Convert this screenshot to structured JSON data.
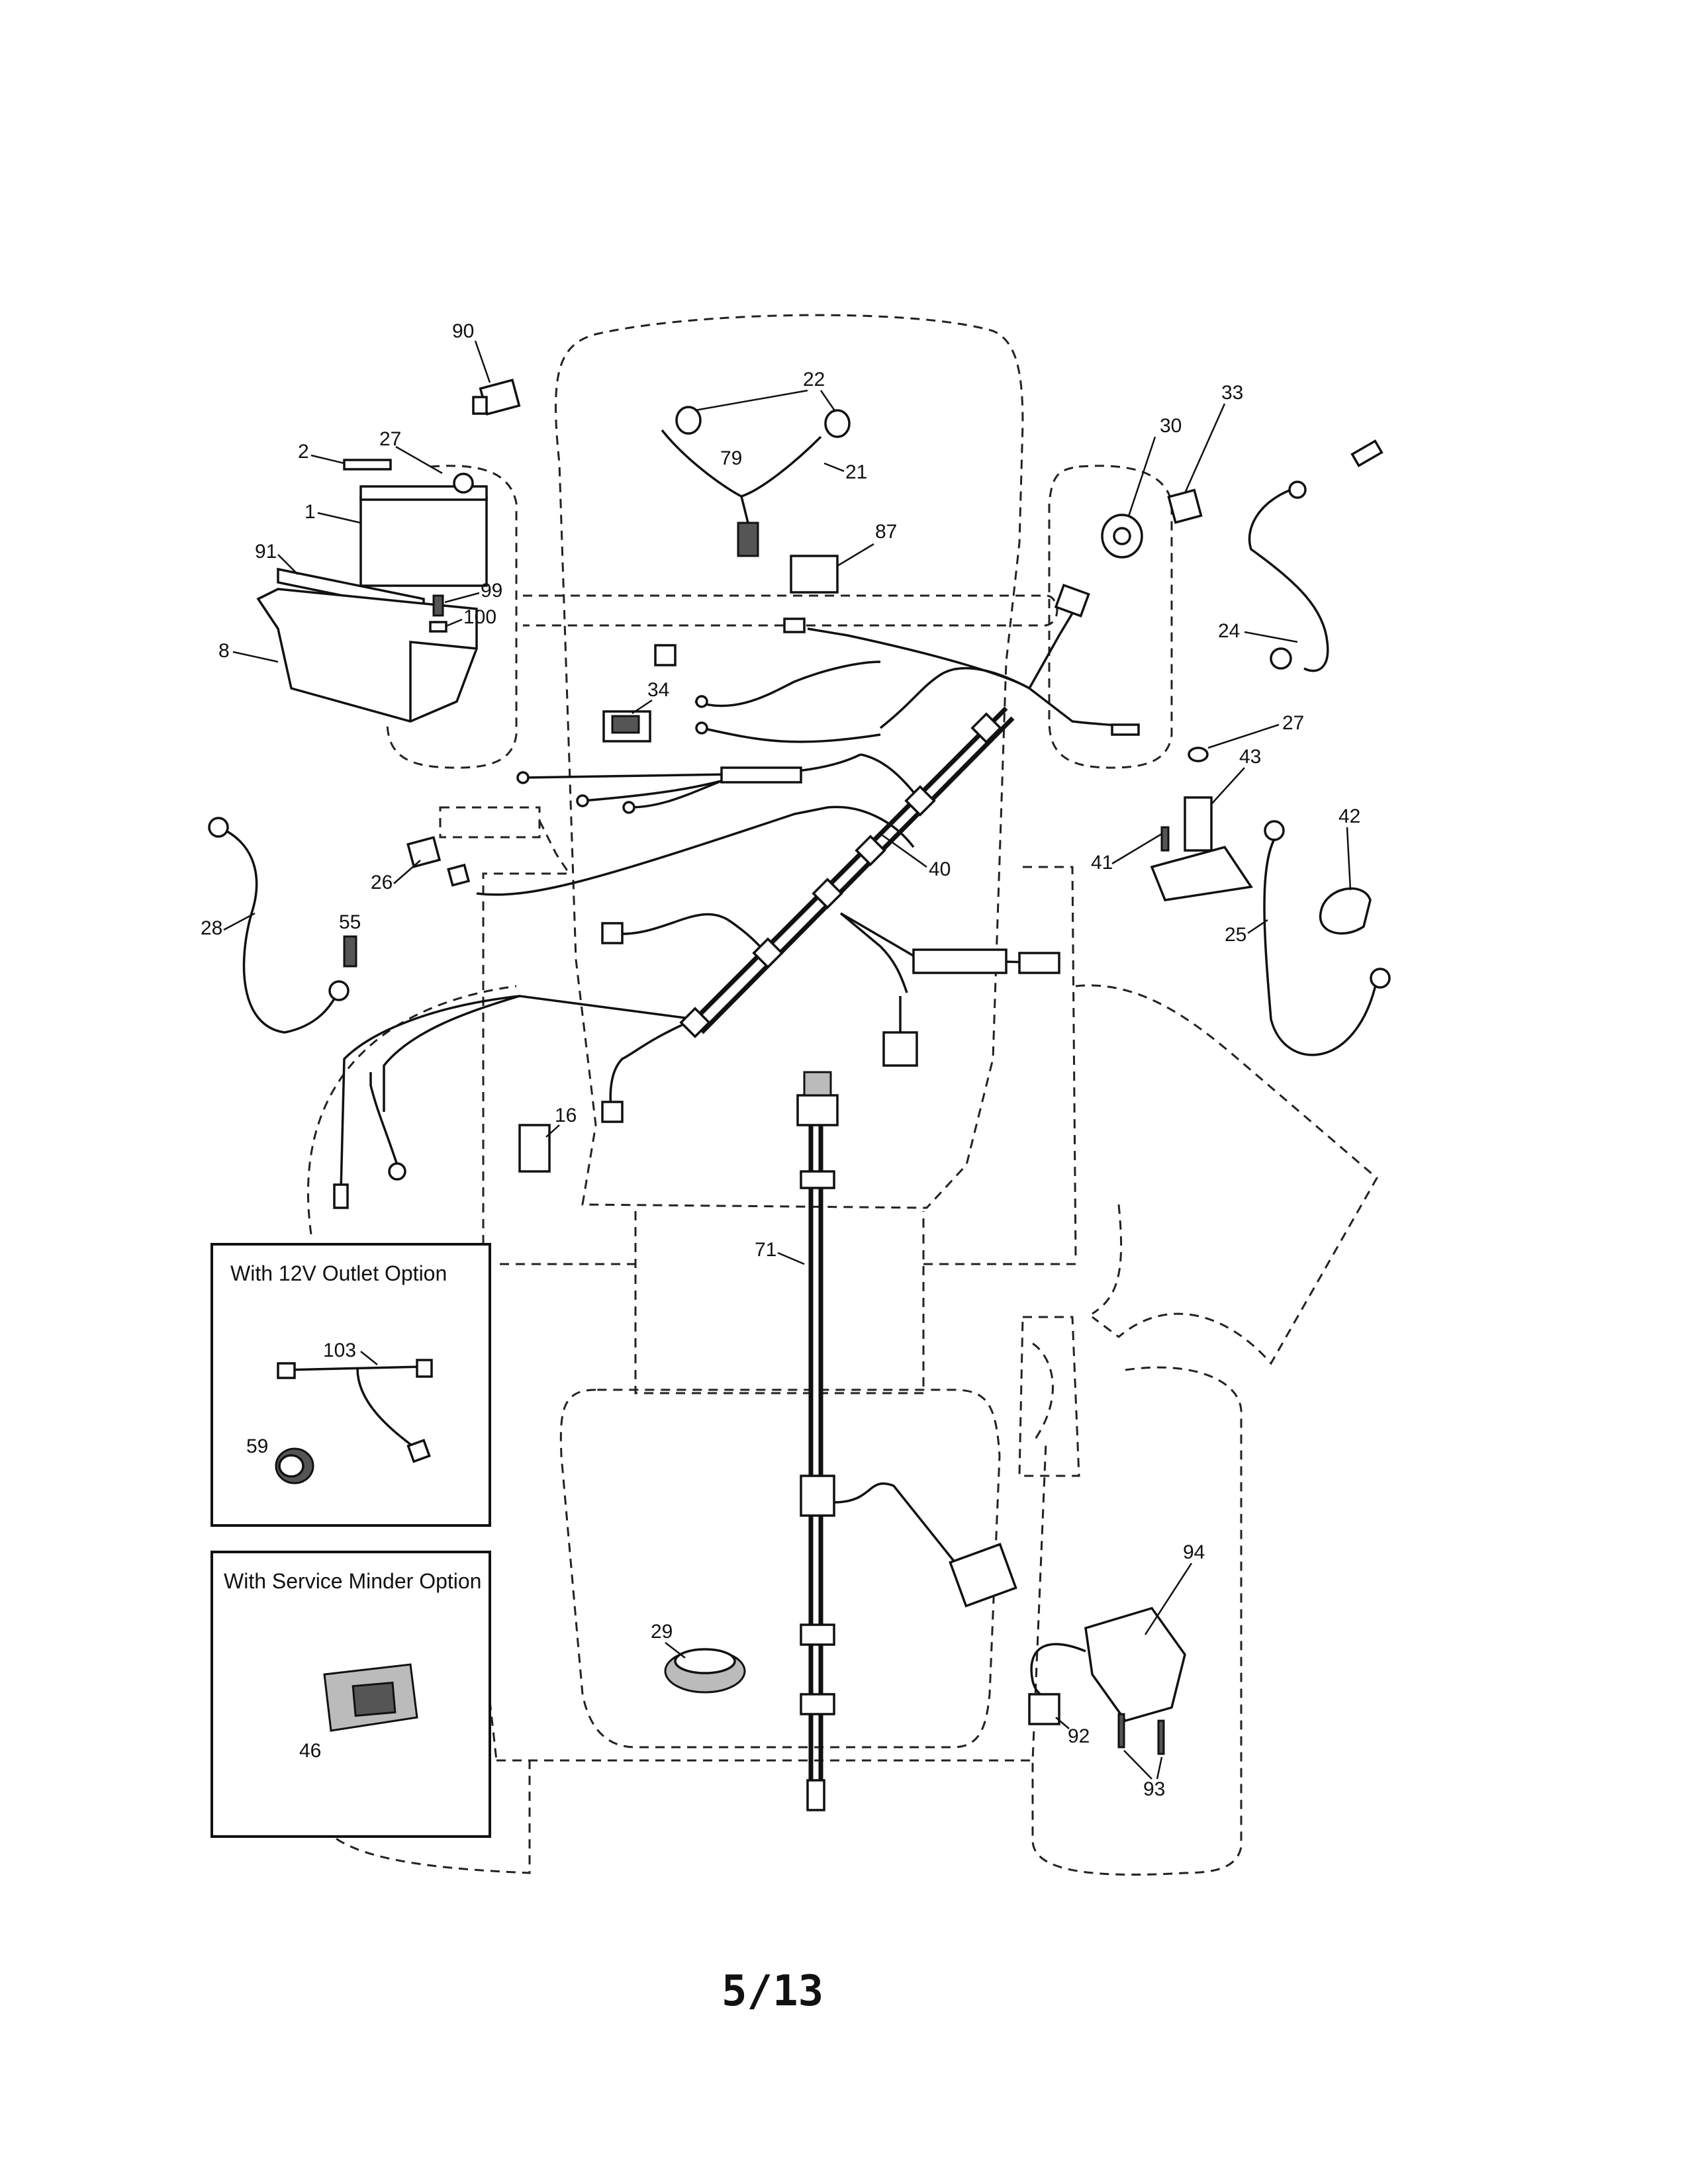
{
  "page": {
    "page_number": "5/13"
  },
  "options": {
    "outlet_title": "With 12V Outlet Option",
    "minder_title": "With Service Minder Option"
  },
  "callouts": {
    "c90": "90",
    "c22": "22",
    "c27a": "27",
    "c2": "2",
    "c79": "79",
    "c21": "21",
    "c1": "1",
    "c87": "87",
    "c91": "91",
    "c99": "99",
    "c100": "100",
    "c8": "8",
    "c33": "33",
    "c30": "30",
    "c24": "24",
    "c27b": "27",
    "c43": "43",
    "c42": "42",
    "c41": "41",
    "c25": "25",
    "c34": "34",
    "c40": "40",
    "c26": "26",
    "c28": "28",
    "c55": "55",
    "c16": "16",
    "c71": "71",
    "c103": "103",
    "c59": "59",
    "c46": "46",
    "c29": "29",
    "c94": "94",
    "c92": "92",
    "c93": "93"
  }
}
